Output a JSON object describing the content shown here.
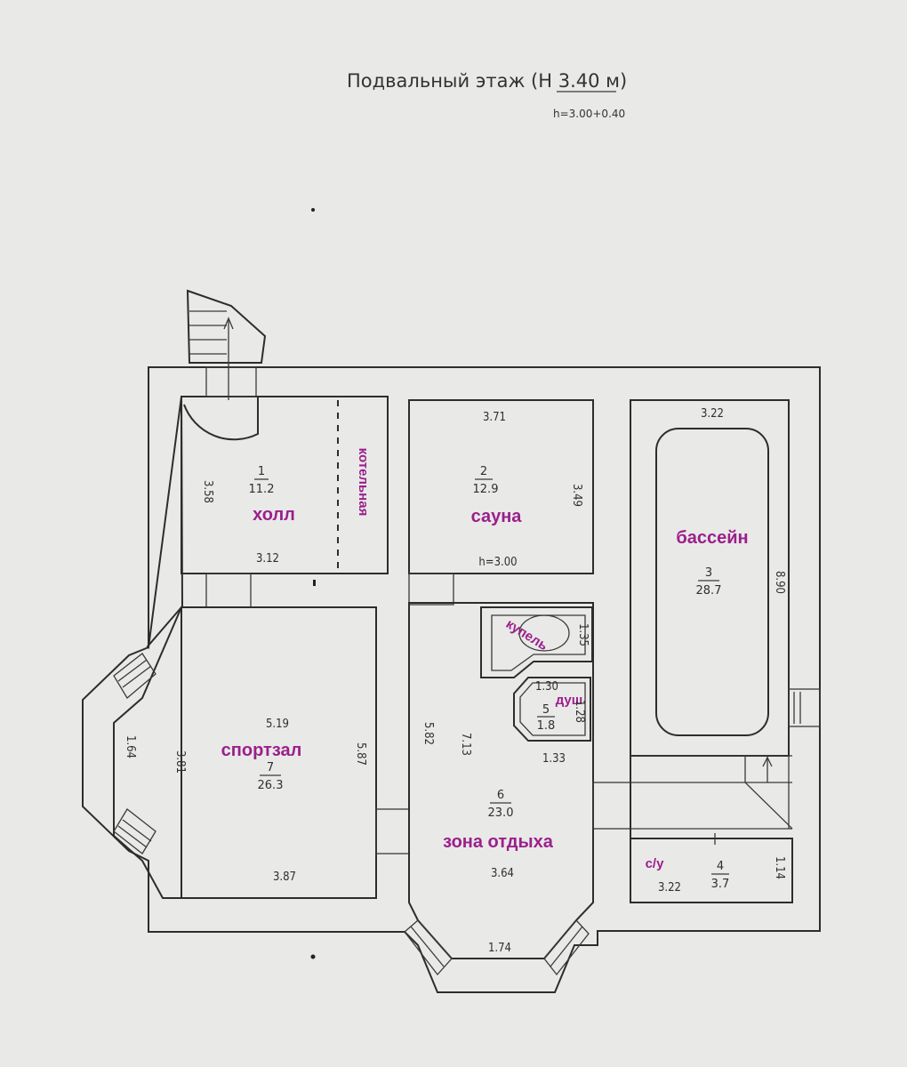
{
  "title": {
    "text": "Подвальный этаж (Н 3.40 м)",
    "sub": "h=3.00+0.40"
  },
  "rooms": {
    "hall": {
      "label": "холл",
      "number": "1",
      "area": "11.2",
      "dim_w": "3.12",
      "dim_h": "3.58"
    },
    "boiler": {
      "label": "котельная"
    },
    "sauna": {
      "label": "сауна",
      "number": "2",
      "area": "12.9",
      "dim_w": "3.71",
      "dim_h": "3.49",
      "height": "h=3.00"
    },
    "pool": {
      "label": "бассейн",
      "number": "3",
      "area": "28.7",
      "dim_w": "3.22",
      "dim_h": "8.90"
    },
    "plunge": {
      "label": "купель",
      "dim": "1.35"
    },
    "shower": {
      "label": "душ",
      "number": "5",
      "area": "1.8",
      "dim_w": "1.30",
      "dim_h": "1.28",
      "dim_bottom": "1.33"
    },
    "rest": {
      "label": "зона отдыха",
      "number": "6",
      "area": "23.0",
      "dim_left": "5.82",
      "dim_inner": "7.13",
      "dim_w": "3.64",
      "dim_bay": "1.74"
    },
    "gym": {
      "label": "спортзал",
      "number": "7",
      "area": "26.3",
      "dim_top": "5.19",
      "dim_bottom": "3.87",
      "dim_left": "3.81",
      "dim_right": "5.87",
      "dim_bay": "1.64"
    },
    "wc": {
      "label": "с/у",
      "number": "4",
      "area": "3.7",
      "dim_w": "3.22",
      "dim_h": "1.14"
    }
  },
  "colors": {
    "label": "#9b1f8c",
    "line": "#2d2d2d",
    "paper": "#e9e9e7"
  }
}
